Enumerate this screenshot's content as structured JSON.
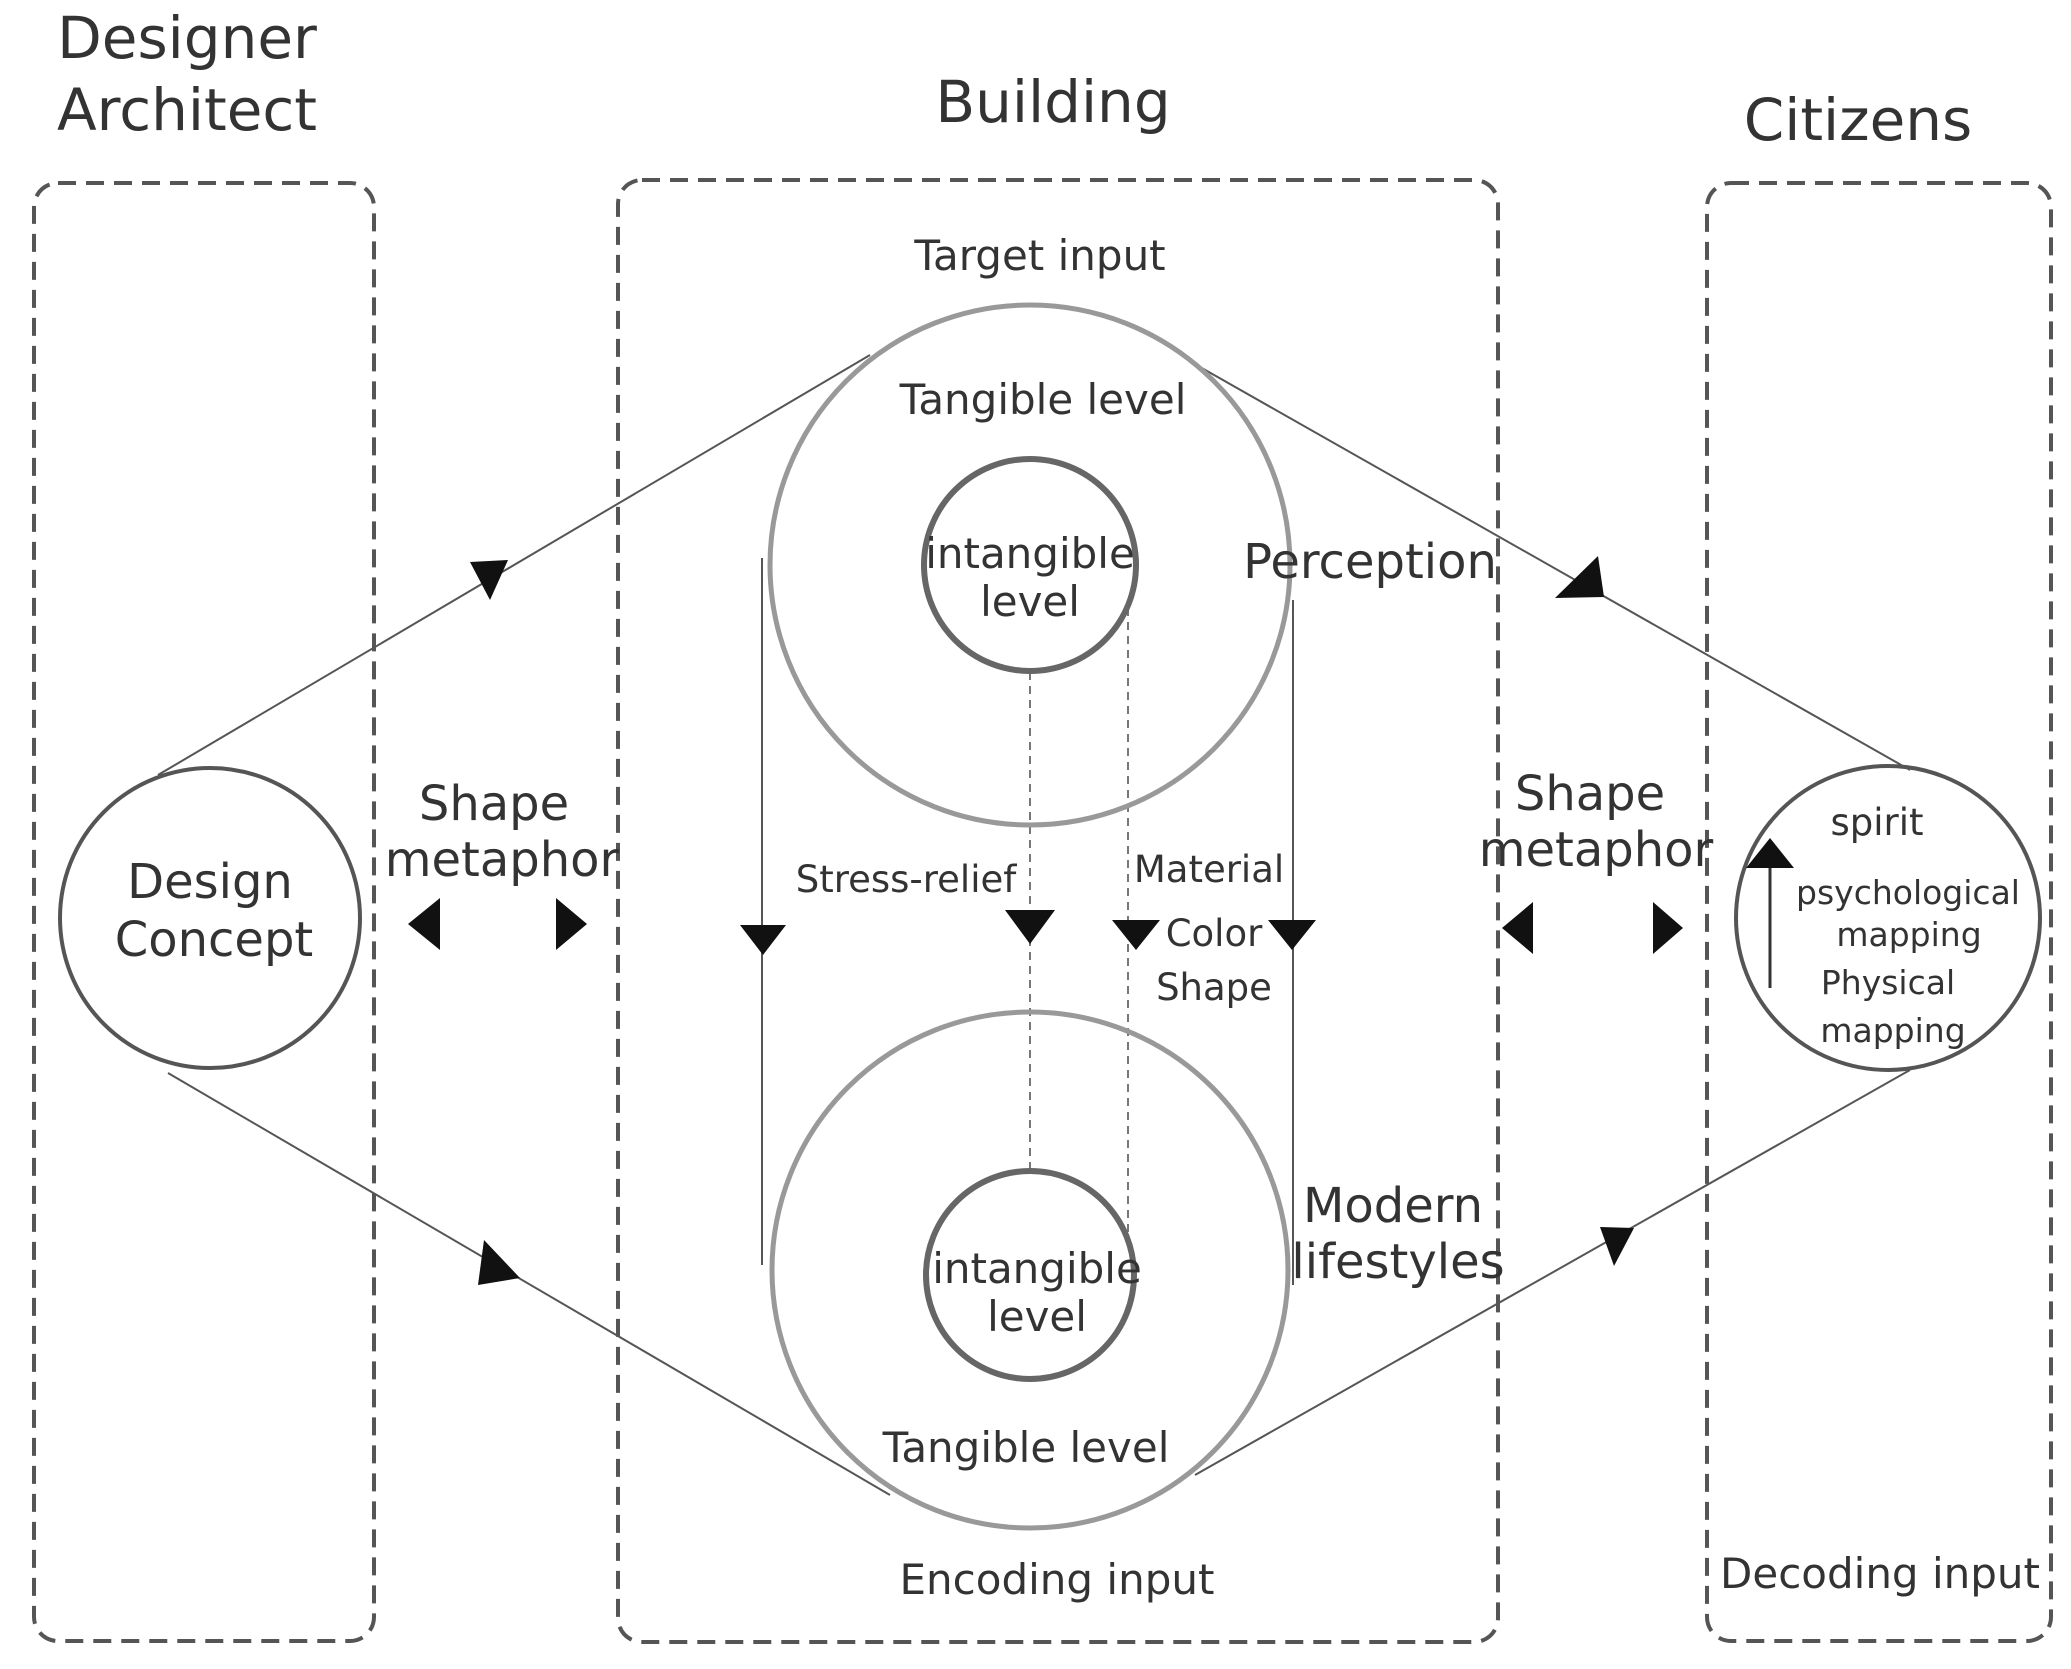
{
  "columns": {
    "designer": {
      "title_line1": "Designer",
      "title_line2": "Architect"
    },
    "building": {
      "title": "Building"
    },
    "citizens": {
      "title": "Citizens"
    }
  },
  "designer_box": {
    "node_line1": "Design",
    "node_line2": "Concept"
  },
  "left_link": {
    "line1": "Shape",
    "line2": "metaphor"
  },
  "building_box": {
    "top_label": "Target input",
    "bottom_label": "Encoding input",
    "upper_circle": {
      "outer": "Tangible level",
      "inner_line1": "intangible",
      "inner_line2": "level"
    },
    "lower_circle": {
      "outer": "Tangible level",
      "inner_line1": "intangible",
      "inner_line2": "level"
    },
    "stress_relief": "Stress-relief",
    "attributes": [
      "Material",
      "Color",
      "Shape"
    ],
    "perception": "Perception",
    "modern_line1": "Modern",
    "modern_line2": "lifestyles"
  },
  "right_link": {
    "line1": "Shape",
    "line2": "metaphor"
  },
  "citizens_box": {
    "spirit": "spirit",
    "psych_line1": "psychological",
    "psych_line2": "mapping",
    "phys_line1": "Physical",
    "phys_line2": "mapping",
    "bottom_label": "Decoding input"
  },
  "colors": {
    "stroke": "#555555",
    "circle_outer": "#999999",
    "text": "#333333",
    "dash": "#666666"
  }
}
